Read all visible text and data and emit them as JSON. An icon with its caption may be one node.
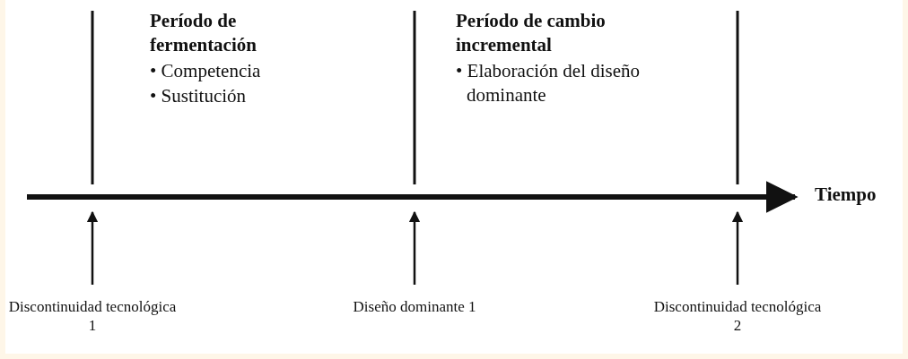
{
  "diagram": {
    "nodes": [
      {
        "text": [
          "Discontinuidad tecnológica 1"
        ]
      },
      {
        "text": [
          "Diseño dominante 1"
        ]
      },
      {
        "text": [
          "Discontinuidad tecnológica 2"
        ]
      }
    ],
    "edges": [
      {
        "from": 0,
        "to": null,
        "arrow": "to"
      },
      {
        "from": 1,
        "to": null,
        "arrow": "to"
      },
      {
        "from": 2,
        "to": null,
        "arrow": "to"
      }
    ],
    "labels": [
      "Período de fermentación",
      "• Competencia",
      "• Sustitución",
      "Período de cambio incremental",
      "• Elaboración del diseño dominante",
      "Tiempo"
    ]
  }
}
